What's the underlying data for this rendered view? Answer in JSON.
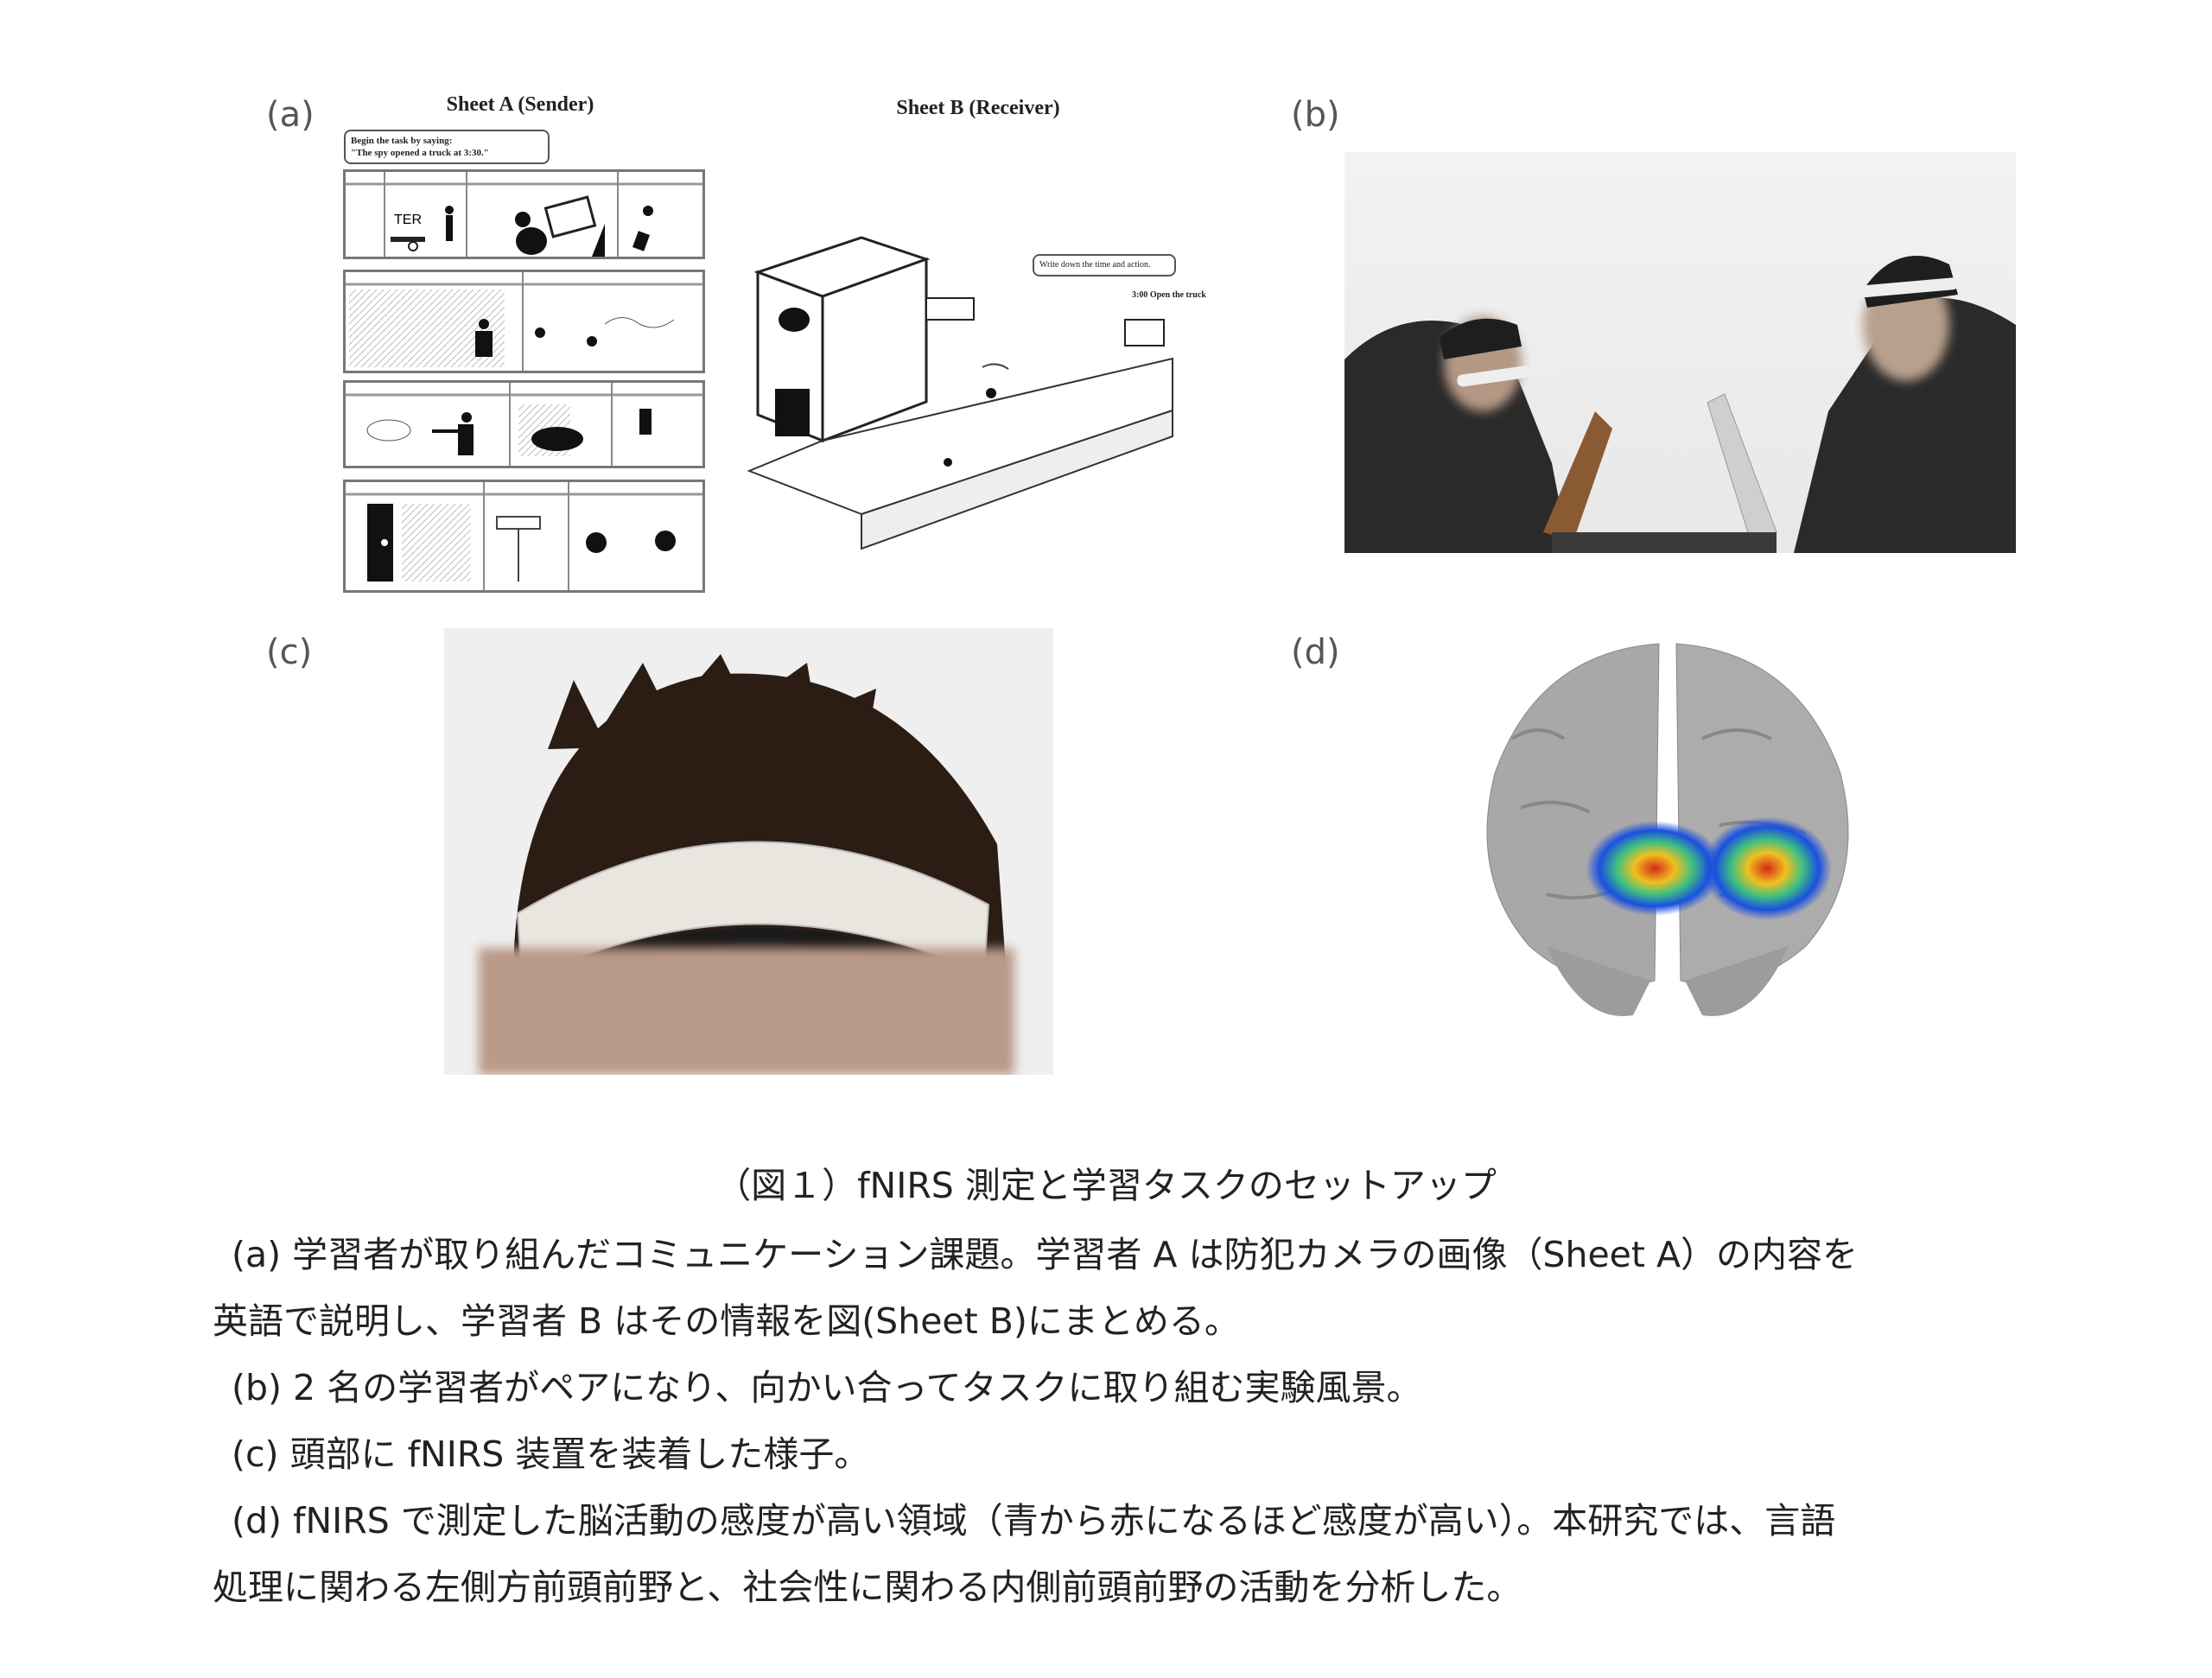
{
  "panels": {
    "a": {
      "label": "(a)",
      "sheet_a_title": "Sheet A (Sender)",
      "sheet_b_title": "Sheet B (Receiver)",
      "sender_bubble_line1": "Begin the task by saying:",
      "sender_bubble_line2": "\"The spy opened a truck at 3:30.\"",
      "receiver_bubble": "Write down the time and action.",
      "receiver_example": "3:00 Open the truck",
      "truck_text": "TER"
    },
    "b": {
      "label": "(b)"
    },
    "c": {
      "label": "(c)"
    },
    "d": {
      "label": "(d)"
    }
  },
  "caption": {
    "title": "（図１）fNIRS 測定と学習タスクのセットアップ",
    "a_line1": "(a)  学習者が取り組んだコミュニケーション課題。学習者 A は防犯カメラの画像（Sheet A）の内容を",
    "a_line2": "英語で説明し、学習者 B はその情報を図(Sheet B)にまとめる。",
    "b": "(b) 2 名の学習者がペアになり、向かい合ってタスクに取り組む実験風景。",
    "c": "(c)  頭部に fNIRS 装置を装着した様子。",
    "d_line1": "(d) fNIRS で測定した脳活動の感度が高い領域（青から赤になるほど感度が高い）。本研究では、言語",
    "d_line2": "処理に関わる左側方前頭前野と、社会性に関わる内側前頭前野の活動を分析した。"
  }
}
